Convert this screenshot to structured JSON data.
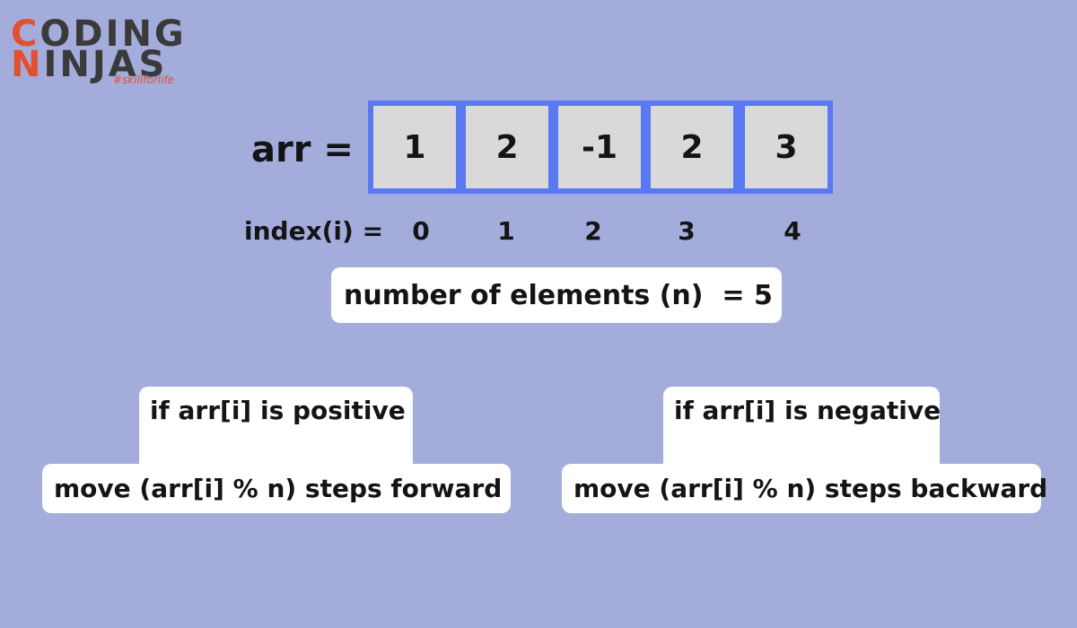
{
  "logo": {
    "line1_first": "C",
    "line1_rest": "ODING",
    "line2_first": "N",
    "line2_rest": "INJAS",
    "tagline": "#skillforlife",
    "accent_color": "#e2502f"
  },
  "array": {
    "label": "arr =",
    "values": [
      "1",
      "2",
      "-1",
      "2",
      "3"
    ],
    "index_label": "index(i) =",
    "indices": [
      "0",
      "1",
      "2",
      "3",
      "4"
    ],
    "cell_border_color": "#5a78f2",
    "cell_fill_color": "#d9d9d9"
  },
  "count": {
    "text": "number of elements (n)  = 5"
  },
  "rules": [
    {
      "condition": "if arr[i] is positive",
      "action": "move (arr[i] % n) steps forward"
    },
    {
      "condition": "if arr[i] is negative",
      "action": "move (arr[i] % n) steps backward"
    }
  ],
  "colors": {
    "background": "#a4acdc"
  }
}
